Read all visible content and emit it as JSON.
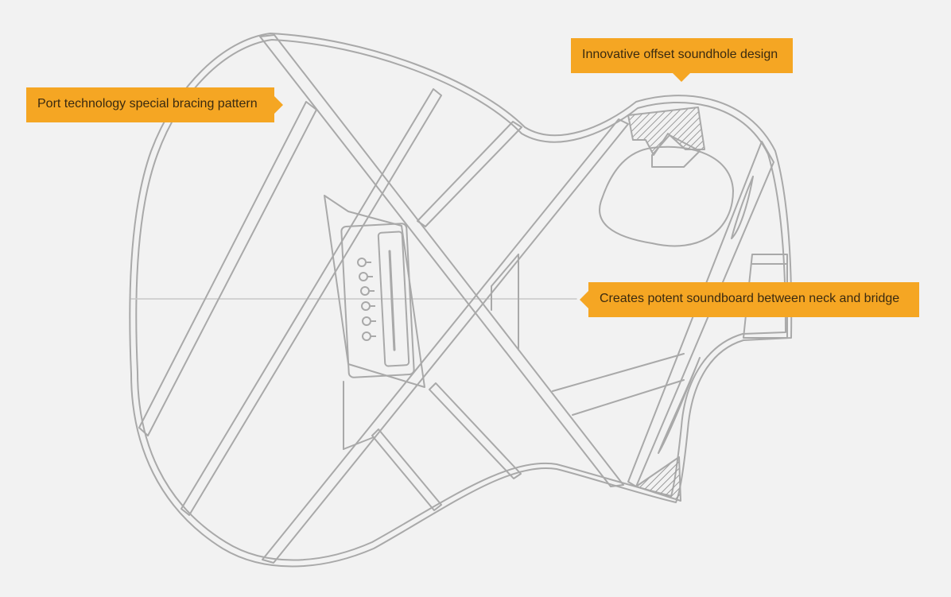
{
  "colors": {
    "background": "#f2f2f2",
    "outline": "#a9a9a9",
    "callout": "#f5a623",
    "callout_text": "#3a2a10"
  },
  "callouts": {
    "port": "Port technology special bracing pattern",
    "soundhole": "Innovative offset soundhole design",
    "soundboard": "Creates potent soundboard between neck and bridge"
  }
}
